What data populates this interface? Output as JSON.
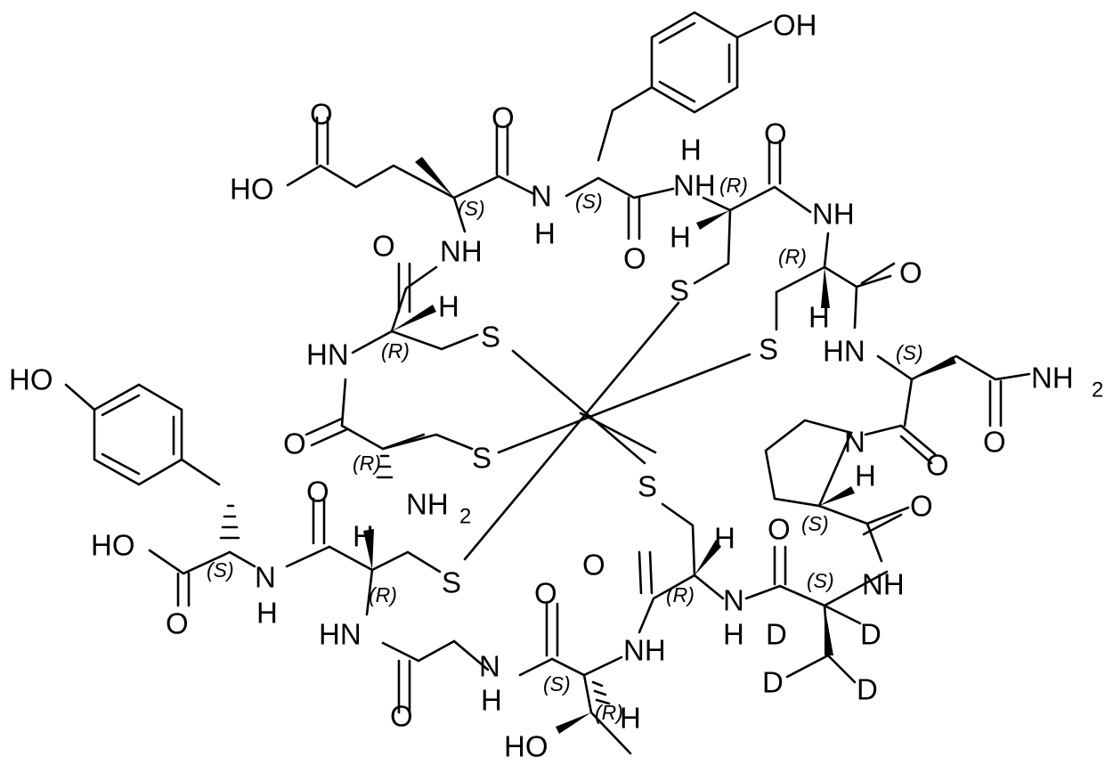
{
  "atoms": {
    "OH": "OH",
    "HO": "HO",
    "O": "O",
    "H": "H",
    "N": "N",
    "NH": "NH",
    "HN": "HN",
    "S": "S",
    "D": "D",
    "NH2": "NH",
    "two": "2"
  },
  "stereo": {
    "S": "(S)",
    "R": "(R)"
  },
  "colors": {
    "ink": "#000000",
    "background": "#ffffff"
  }
}
